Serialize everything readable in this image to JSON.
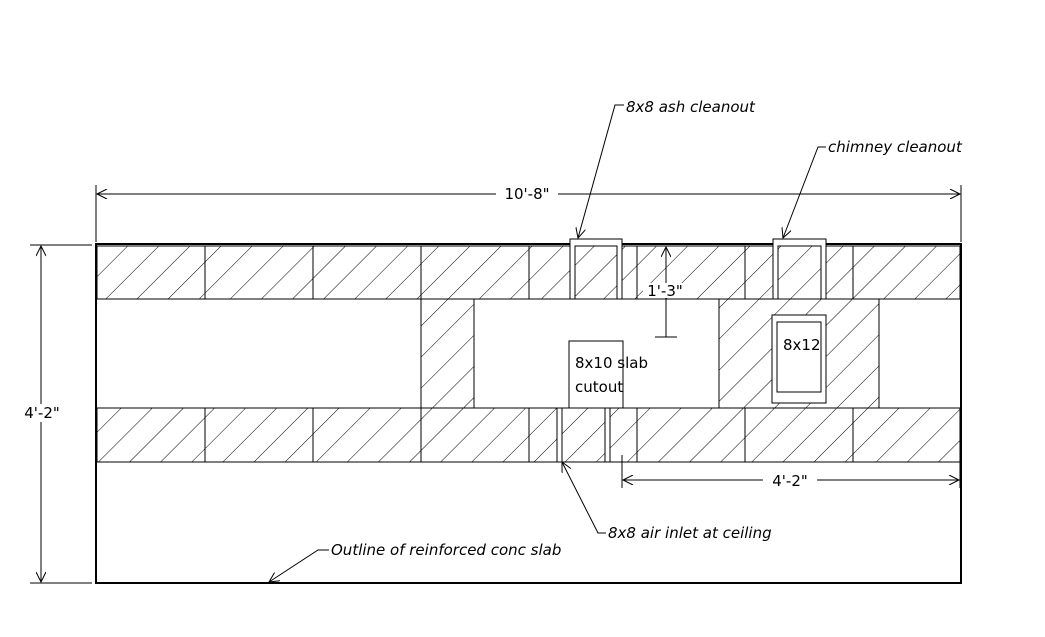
{
  "dimensions": {
    "overall_length": "10'-8\"",
    "overall_depth": "4'-2\"",
    "inner_offset": "4'-2\"",
    "wall_thickness": "1'-3\""
  },
  "labels": {
    "ash_cleanout": "8x8 ash cleanout",
    "chimney_cleanout": "chimney cleanout",
    "slab_cutout_line1": "8x10 slab",
    "slab_cutout_line2": "cutout",
    "flue": "8x12",
    "air_inlet": "8x8 air inlet at ceiling",
    "slab_outline": "Outline of reinforced conc slab"
  }
}
